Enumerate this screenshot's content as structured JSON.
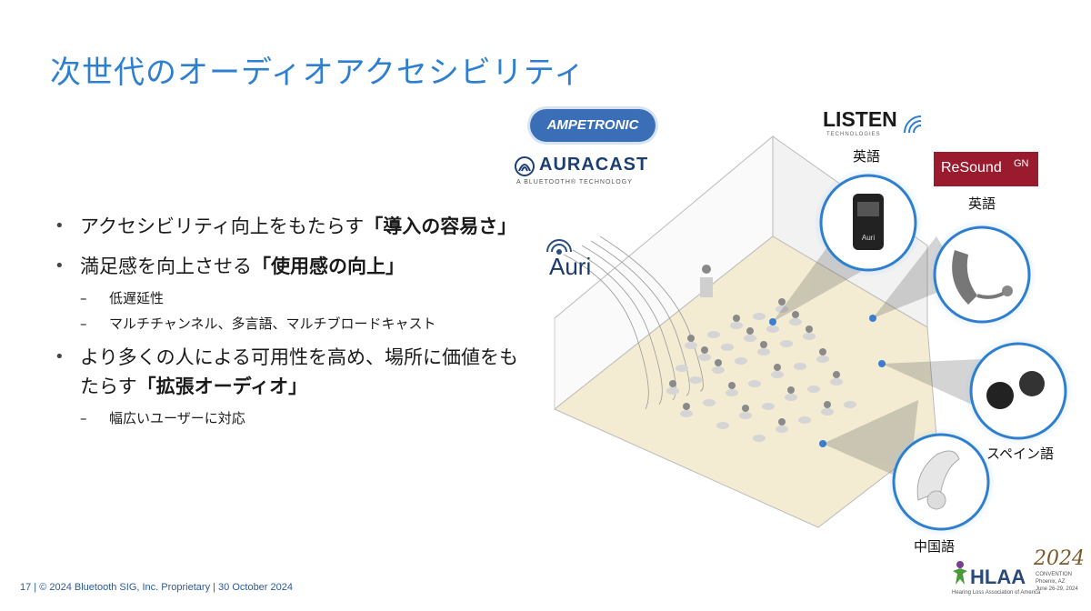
{
  "slide": {
    "title": "次世代のオーディオアクセシビリティ",
    "bullets": [
      {
        "pre": "アクセシビリティ向上をもたらす",
        "em": "「導入の容易さ」"
      },
      {
        "pre": "満足感を向上させる",
        "em": "「使用感の向上」"
      },
      {
        "pre": "より多くの人による可用性を高め、場所に価値をもたらす",
        "em": "「拡張オーディオ」"
      }
    ],
    "sub_bullets_2": [
      "低遅延性",
      "マルチチャンネル、多言語、マルチブロードキャスト"
    ],
    "sub_bullets_3": [
      "幅広いユーザーに対応"
    ],
    "footer": "17  |  © 2024 Bluetooth SIG, Inc.  Proprietary  |   30 October 2024"
  },
  "logos": {
    "ampetronic": "AMPETRONIC",
    "auracast": "AURACAST",
    "auracast_tagline": "A BLUETOOTH® TECHNOLOGY",
    "auri": "Auri",
    "listen": "LISTEN",
    "listen_sub": "TECHNOLOGIES",
    "resound": "ReSound",
    "resound_gn": "GN",
    "hlaa": "HLAA",
    "hlaa_year": "2024",
    "hlaa_convention": "CONVENTION",
    "hlaa_place": "Phoenix, AZ",
    "hlaa_dates": "June 26-29, 2024",
    "hlaa_org": "Hearing Loss Association of America"
  },
  "devices": [
    {
      "name": "receiver",
      "language": "英語",
      "screen_brand": "Auri"
    },
    {
      "name": "hearing-aid",
      "language": "英語"
    },
    {
      "name": "earbuds",
      "language": "スペイン語"
    },
    {
      "name": "cochlear-implant",
      "language": "中国語"
    }
  ],
  "colors": {
    "title": "#2f7fd0",
    "footer": "#2b5a9a",
    "ampetronic_bg": "#3a6fb8",
    "resound_bg": "#9a1b2e",
    "circle_border": "#2f7fd0",
    "floor": "#f3ecd2"
  }
}
